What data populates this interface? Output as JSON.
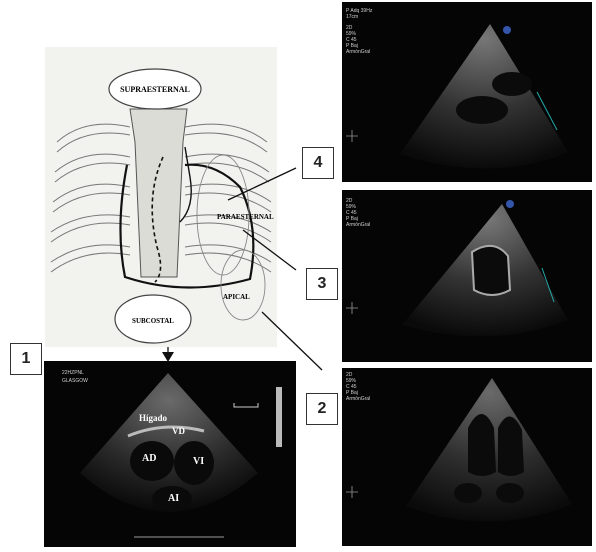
{
  "sketch": {
    "windows": {
      "suprasternal": "SUPRAESTERNAL",
      "parasternal": "PARAESTERNAL",
      "apical": "APICAL",
      "subcostal": "SUBCOSTAL"
    }
  },
  "callouts": [
    "1",
    "2",
    "3",
    "4"
  ],
  "subcostal_echo": {
    "header": [
      "22HZPNL",
      "GLASGOW"
    ],
    "chambers": {
      "hig": "Hígado",
      "vd": "VD",
      "ad": "AD",
      "vi": "VI",
      "ai": "AI"
    }
  },
  "plax_echo": {
    "header": [
      "P Adq 39Hz",
      "17cm"
    ],
    "settings": [
      "2D",
      "59%",
      "C 45",
      "P Baj",
      "ArmónGral"
    ]
  },
  "psax_echo": {
    "settings": [
      "2D",
      "59%",
      "C 45",
      "P Baj",
      "ArmónGral"
    ]
  },
  "a4c_echo": {
    "settings": [
      "2D",
      "59%",
      "C 45",
      "P Baj",
      "ArmónGral"
    ]
  },
  "colors": {
    "echo_bg": "#050505",
    "sketch_bg": "#f2f2ef",
    "line": "#222222"
  }
}
